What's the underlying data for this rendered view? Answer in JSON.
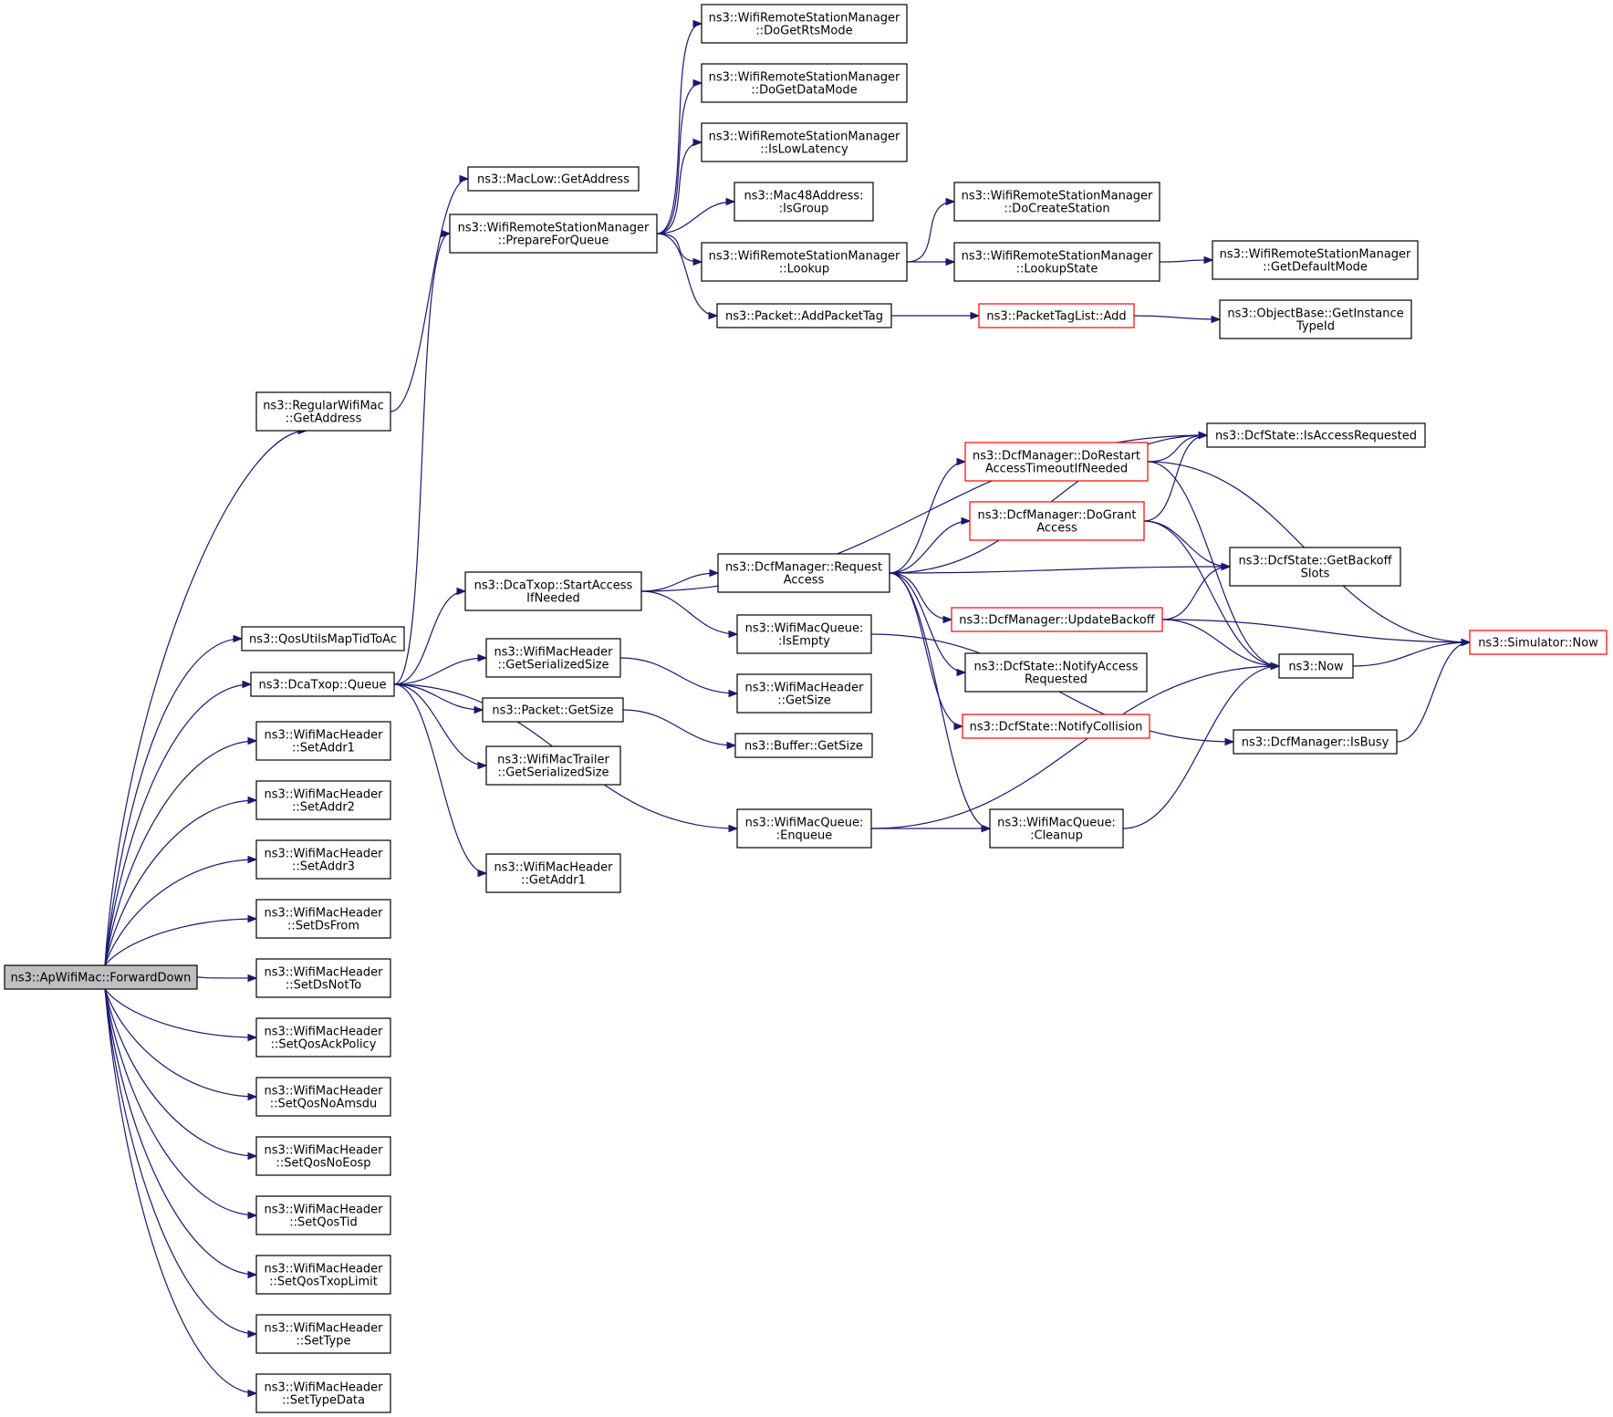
{
  "diagram": {
    "nodes": [
      {
        "id": "fd",
        "lines": [
          "ns3::ApWifiMac::ForwardDown"
        ],
        "style": "root"
      },
      {
        "id": "rgwa",
        "lines": [
          "ns3::RegularWifiMac",
          "::GetAddress"
        ]
      },
      {
        "id": "qumt",
        "lines": [
          "ns3::QosUtilsMapTidToAc"
        ]
      },
      {
        "id": "dcq",
        "lines": [
          "ns3::DcaTxop::Queue"
        ]
      },
      {
        "id": "sa1",
        "lines": [
          "ns3::WifiMacHeader",
          "::SetAddr1"
        ]
      },
      {
        "id": "sa2",
        "lines": [
          "ns3::WifiMacHeader",
          "::SetAddr2"
        ]
      },
      {
        "id": "sa3",
        "lines": [
          "ns3::WifiMacHeader",
          "::SetAddr3"
        ]
      },
      {
        "id": "sdf",
        "lines": [
          "ns3::WifiMacHeader",
          "::SetDsFrom"
        ]
      },
      {
        "id": "sdnt",
        "lines": [
          "ns3::WifiMacHeader",
          "::SetDsNotTo"
        ]
      },
      {
        "id": "sqap",
        "lines": [
          "ns3::WifiMacHeader",
          "::SetQosAckPolicy"
        ]
      },
      {
        "id": "sqna",
        "lines": [
          "ns3::WifiMacHeader",
          "::SetQosNoAmsdu"
        ]
      },
      {
        "id": "sqne",
        "lines": [
          "ns3::WifiMacHeader",
          "::SetQosNoEosp"
        ]
      },
      {
        "id": "sqt",
        "lines": [
          "ns3::WifiMacHeader",
          "::SetQosTid"
        ]
      },
      {
        "id": "sqtl",
        "lines": [
          "ns3::WifiMacHeader",
          "::SetQosTxopLimit"
        ]
      },
      {
        "id": "st",
        "lines": [
          "ns3::WifiMacHeader",
          "::SetType"
        ]
      },
      {
        "id": "std",
        "lines": [
          "ns3::WifiMacHeader",
          "::SetTypeData"
        ]
      },
      {
        "id": "mlga",
        "lines": [
          "ns3::MacLow::GetAddress"
        ]
      },
      {
        "id": "pfq",
        "lines": [
          "ns3::WifiRemoteStationManager",
          "::PrepareForQueue"
        ]
      },
      {
        "id": "sai",
        "lines": [
          "ns3::DcaTxop::StartAccess",
          "IfNeeded"
        ]
      },
      {
        "id": "gss",
        "lines": [
          "ns3::WifiMacHeader",
          "::GetSerializedSize"
        ]
      },
      {
        "id": "pgs",
        "lines": [
          "ns3::Packet::GetSize"
        ]
      },
      {
        "id": "wmt",
        "lines": [
          "ns3::WifiMacTrailer",
          "::GetSerializedSize"
        ]
      },
      {
        "id": "gad1",
        "lines": [
          "ns3::WifiMacHeader",
          "::GetAddr1"
        ]
      },
      {
        "id": "drts",
        "lines": [
          "ns3::WifiRemoteStationManager",
          "::DoGetRtsMode"
        ]
      },
      {
        "id": "ddm",
        "lines": [
          "ns3::WifiRemoteStationManager",
          "::DoGetDataMode"
        ]
      },
      {
        "id": "ill",
        "lines": [
          "ns3::WifiRemoteStationManager",
          "::IsLowLatency"
        ]
      },
      {
        "id": "isg",
        "lines": [
          "ns3::Mac48Address:",
          ":IsGroup"
        ]
      },
      {
        "id": "lkp",
        "lines": [
          "ns3::WifiRemoteStationManager",
          "::Lookup"
        ]
      },
      {
        "id": "apt",
        "lines": [
          "ns3::Packet::AddPacketTag"
        ]
      },
      {
        "id": "dmra",
        "lines": [
          "ns3::DcfManager::Request",
          "Access"
        ]
      },
      {
        "id": "qie",
        "lines": [
          "ns3::WifiMacQueue:",
          ":IsEmpty"
        ]
      },
      {
        "id": "hgs",
        "lines": [
          "ns3::WifiMacHeader",
          "::GetSize"
        ]
      },
      {
        "id": "bgs",
        "lines": [
          "ns3::Buffer::GetSize"
        ]
      },
      {
        "id": "enq",
        "lines": [
          "ns3::WifiMacQueue:",
          ":Enqueue"
        ]
      },
      {
        "id": "dcs",
        "lines": [
          "ns3::WifiRemoteStationManager",
          "::DoCreateStation"
        ]
      },
      {
        "id": "lks",
        "lines": [
          "ns3::WifiRemoteStationManager",
          "::LookupState"
        ]
      },
      {
        "id": "ptla",
        "lines": [
          "ns3::PacketTagList::Add"
        ],
        "style": "red"
      },
      {
        "id": "drat",
        "lines": [
          "ns3::DcfManager::DoRestart",
          "AccessTimeoutIfNeeded"
        ],
        "style": "red"
      },
      {
        "id": "dga",
        "lines": [
          "ns3::DcfManager::DoGrant",
          "Access"
        ],
        "style": "red"
      },
      {
        "id": "ub",
        "lines": [
          "ns3::DcfManager::UpdateBackoff"
        ],
        "style": "red"
      },
      {
        "id": "nar",
        "lines": [
          "ns3::DcfState::NotifyAccess",
          "Requested"
        ]
      },
      {
        "id": "nc",
        "lines": [
          "ns3::DcfState::NotifyCollision"
        ],
        "style": "red"
      },
      {
        "id": "clean",
        "lines": [
          "ns3::WifiMacQueue:",
          ":Cleanup"
        ]
      },
      {
        "id": "gdm",
        "lines": [
          "ns3::WifiRemoteStationManager",
          "::GetDefaultMode"
        ]
      },
      {
        "id": "gti",
        "lines": [
          "ns3::ObjectBase::GetInstance",
          "TypeId"
        ]
      },
      {
        "id": "iar",
        "lines": [
          "ns3::DcfState::IsAccessRequested"
        ]
      },
      {
        "id": "gbs",
        "lines": [
          "ns3::DcfState::GetBackoff",
          "Slots"
        ]
      },
      {
        "id": "now",
        "lines": [
          "ns3::Now"
        ]
      },
      {
        "id": "ibusy",
        "lines": [
          "ns3::DcfManager::IsBusy"
        ]
      },
      {
        "id": "snow",
        "lines": [
          "ns3::Simulator::Now"
        ],
        "style": "red"
      }
    ],
    "edges": [
      [
        "fd",
        "rgwa"
      ],
      [
        "fd",
        "qumt"
      ],
      [
        "fd",
        "dcq"
      ],
      [
        "fd",
        "sa1"
      ],
      [
        "fd",
        "sa2"
      ],
      [
        "fd",
        "sa3"
      ],
      [
        "fd",
        "sdf"
      ],
      [
        "fd",
        "sdnt"
      ],
      [
        "fd",
        "sqap"
      ],
      [
        "fd",
        "sqna"
      ],
      [
        "fd",
        "sqne"
      ],
      [
        "fd",
        "sqt"
      ],
      [
        "fd",
        "sqtl"
      ],
      [
        "fd",
        "st"
      ],
      [
        "fd",
        "std"
      ],
      [
        "rgwa",
        "mlga"
      ],
      [
        "dcq",
        "pfq"
      ],
      [
        "dcq",
        "sai"
      ],
      [
        "dcq",
        "gss"
      ],
      [
        "dcq",
        "pgs"
      ],
      [
        "dcq",
        "wmt"
      ],
      [
        "dcq",
        "enq"
      ],
      [
        "dcq",
        "gad1"
      ],
      [
        "pfq",
        "drts"
      ],
      [
        "pfq",
        "ddm"
      ],
      [
        "pfq",
        "ill"
      ],
      [
        "pfq",
        "isg"
      ],
      [
        "pfq",
        "lkp"
      ],
      [
        "pfq",
        "apt"
      ],
      [
        "lkp",
        "dcs"
      ],
      [
        "lkp",
        "lks"
      ],
      [
        "lks",
        "gdm"
      ],
      [
        "apt",
        "ptla"
      ],
      [
        "ptla",
        "gti"
      ],
      [
        "sai",
        "iar"
      ],
      [
        "sai",
        "dmra"
      ],
      [
        "sai",
        "qie"
      ],
      [
        "gss",
        "hgs"
      ],
      [
        "pgs",
        "bgs"
      ],
      [
        "qie",
        "ibusy"
      ],
      [
        "enq",
        "clean"
      ],
      [
        "enq",
        "now"
      ],
      [
        "dmra",
        "iar"
      ],
      [
        "dmra",
        "drat"
      ],
      [
        "dmra",
        "dga"
      ],
      [
        "dmra",
        "gbs"
      ],
      [
        "dmra",
        "ub"
      ],
      [
        "dmra",
        "nar"
      ],
      [
        "dmra",
        "nc"
      ],
      [
        "dmra",
        "clean"
      ],
      [
        "drat",
        "iar"
      ],
      [
        "drat",
        "snow"
      ],
      [
        "drat",
        "now"
      ],
      [
        "dga",
        "iar"
      ],
      [
        "dga",
        "gbs"
      ],
      [
        "dga",
        "now"
      ],
      [
        "ub",
        "gbs"
      ],
      [
        "ub",
        "snow"
      ],
      [
        "ub",
        "now"
      ],
      [
        "clean",
        "now"
      ],
      [
        "now",
        "snow"
      ],
      [
        "ibusy",
        "snow"
      ]
    ]
  }
}
